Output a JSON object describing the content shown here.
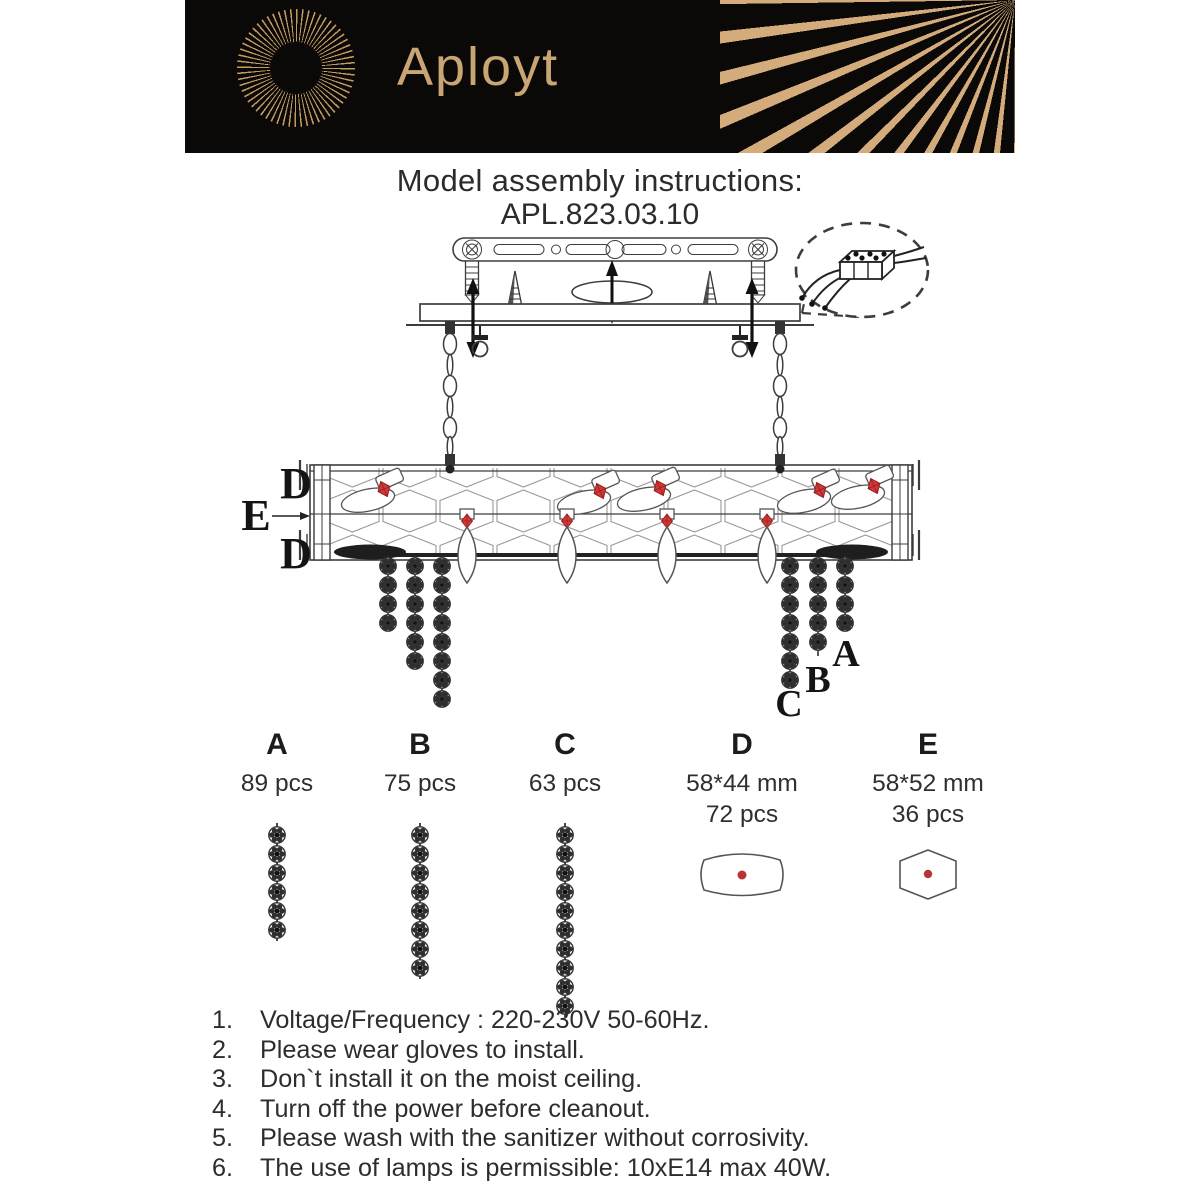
{
  "header": {
    "brand": "Aployt"
  },
  "title": {
    "line1": "Model assembly instructions:",
    "line2": "APL.823.03.10"
  },
  "diagram": {
    "labels": {
      "d_top": "D",
      "e": "E",
      "d_bottom": "D",
      "a": "A",
      "b": "B",
      "c": "C"
    }
  },
  "parts": [
    {
      "label": "A",
      "qty": "89 pcs",
      "icon": "bead-strand-6"
    },
    {
      "label": "B",
      "qty": "75 pcs",
      "icon": "bead-strand-8"
    },
    {
      "label": "C",
      "qty": "63 pcs",
      "icon": "bead-strand-10"
    },
    {
      "label": "D",
      "size": "58*44 mm",
      "qty": "72 pcs",
      "icon": "crystal-barrel"
    },
    {
      "label": "E",
      "size": "58*52 mm",
      "qty": "36 pcs",
      "icon": "crystal-hexagon"
    }
  ],
  "instructions": [
    {
      "num": "1.",
      "text": "Voltage/Frequency : 220-230V 50-60Hz."
    },
    {
      "num": "2.",
      "text": "Please wear gloves to install."
    },
    {
      "num": "3.",
      "text": "Don`t install it on the moist ceiling."
    },
    {
      "num": "4.",
      "text": "Turn off the power before cleanout."
    },
    {
      "num": "5.",
      "text": "Please wash with the sanitizer without corrosivity."
    },
    {
      "num": "6.",
      "text": "The use of lamps is permissible: 10xE14 max 40W."
    }
  ],
  "colors": {
    "gold": "#c49a63",
    "band": "#0b0908",
    "accent_red": "#cf3a3a",
    "line": "#3d3d3d"
  }
}
